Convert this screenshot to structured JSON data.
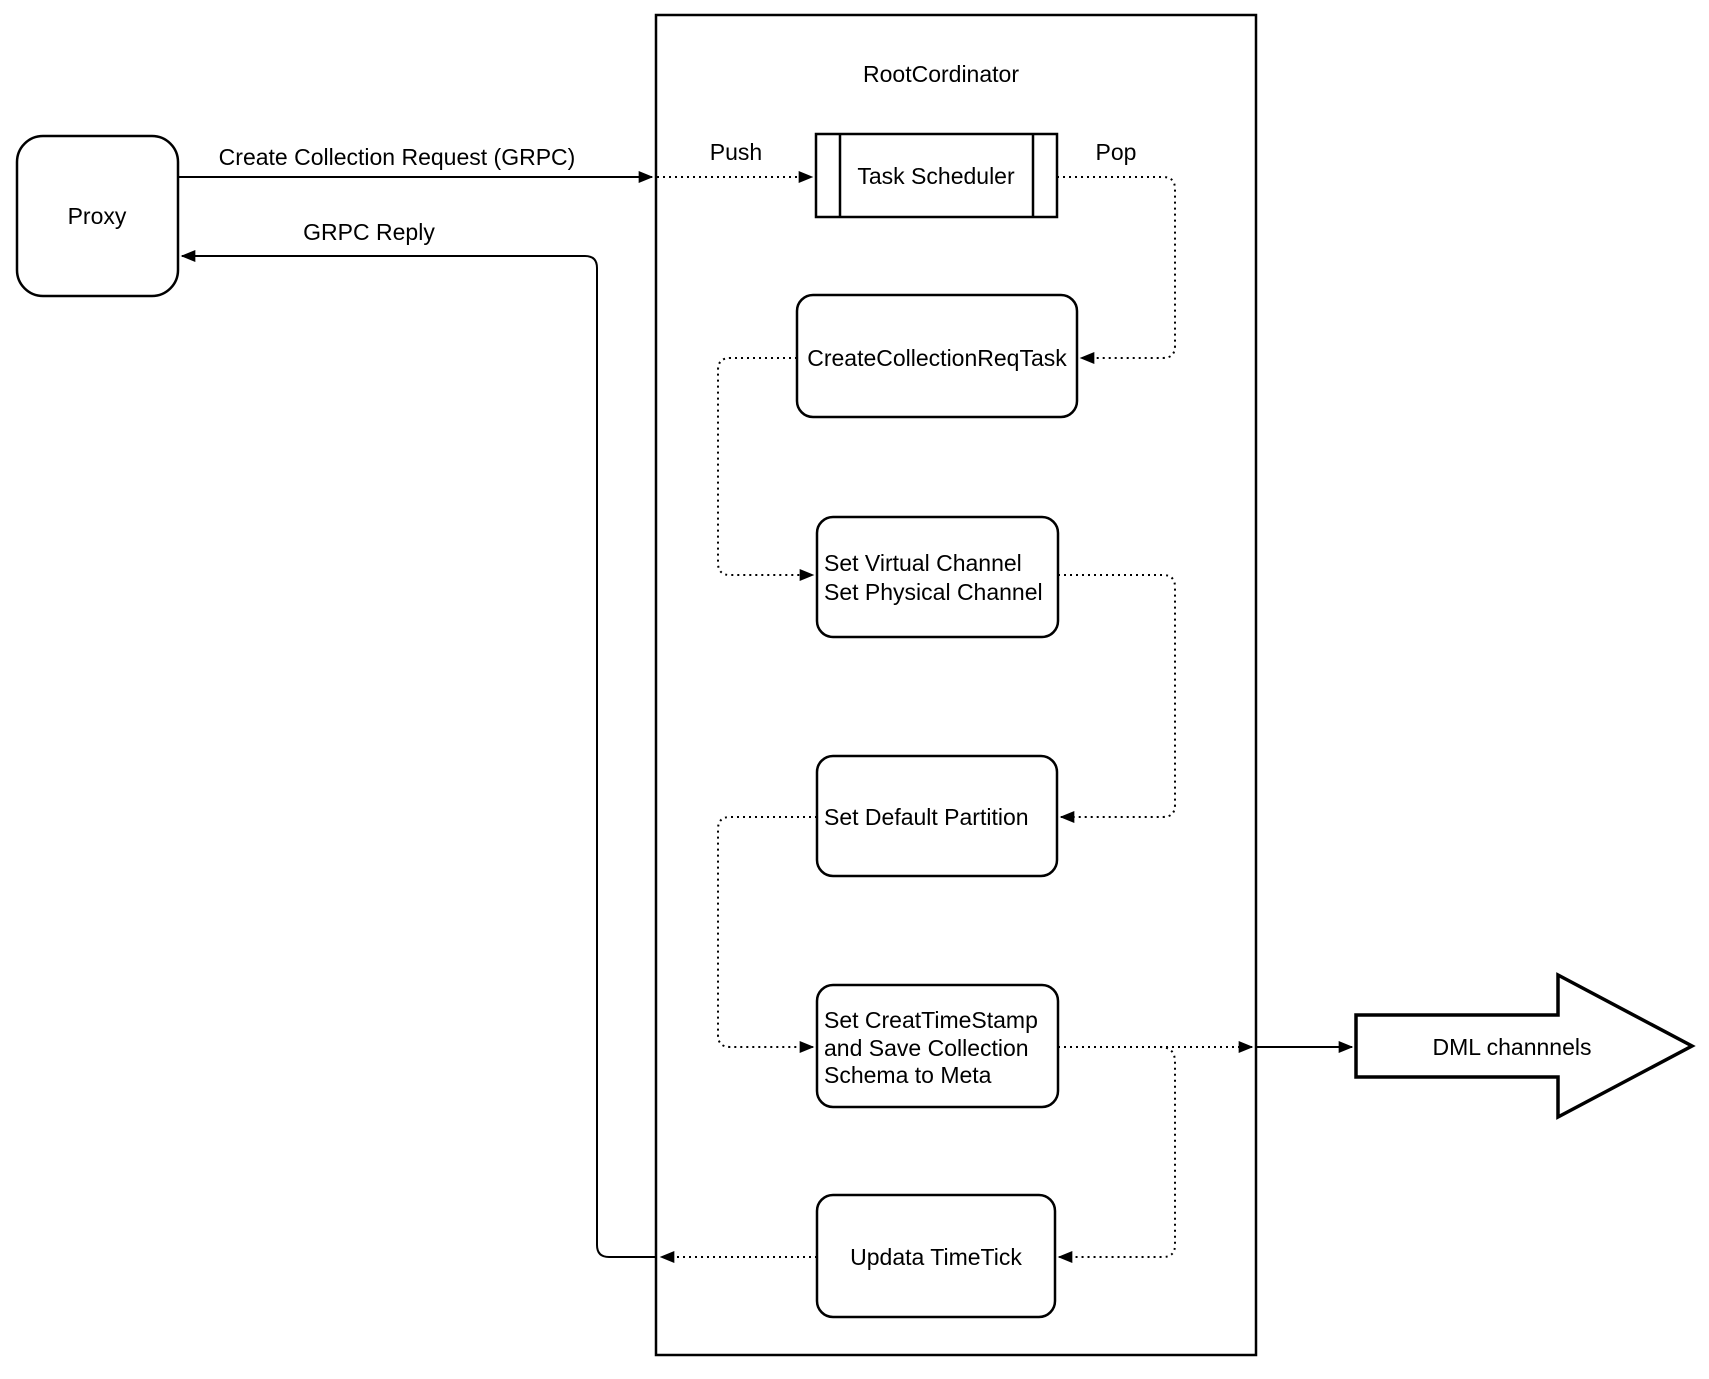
{
  "diagram": {
    "background": "#ffffff",
    "stroke_color": "#000000",
    "container": {
      "title": "RootCordinator"
    },
    "nodes": {
      "proxy": {
        "label": "Proxy"
      },
      "task_scheduler": {
        "label": "Task Scheduler"
      },
      "create_collection_req_task": {
        "label": "CreateCollectionReqTask"
      },
      "set_channels": {
        "lines": [
          "Set Virtual Channel",
          "Set Physical Channel"
        ]
      },
      "set_default_partition": {
        "label": "Set Default Partition"
      },
      "set_creat_timestamp": {
        "lines": [
          "Set CreatTimeStamp",
          "and Save Collection",
          "Schema to Meta"
        ]
      },
      "updata_timetick": {
        "label": "Updata TimeTick"
      },
      "dml_channels": {
        "label": "DML channnels"
      }
    },
    "edges": {
      "create_collection_request": {
        "label": "Create Collection Request (GRPC)",
        "style": "solid"
      },
      "grpc_reply": {
        "label": "GRPC Reply",
        "style": "solid"
      },
      "push": {
        "label": "Push",
        "style": "dotted"
      },
      "pop": {
        "label": "Pop",
        "style": "dotted"
      }
    }
  }
}
